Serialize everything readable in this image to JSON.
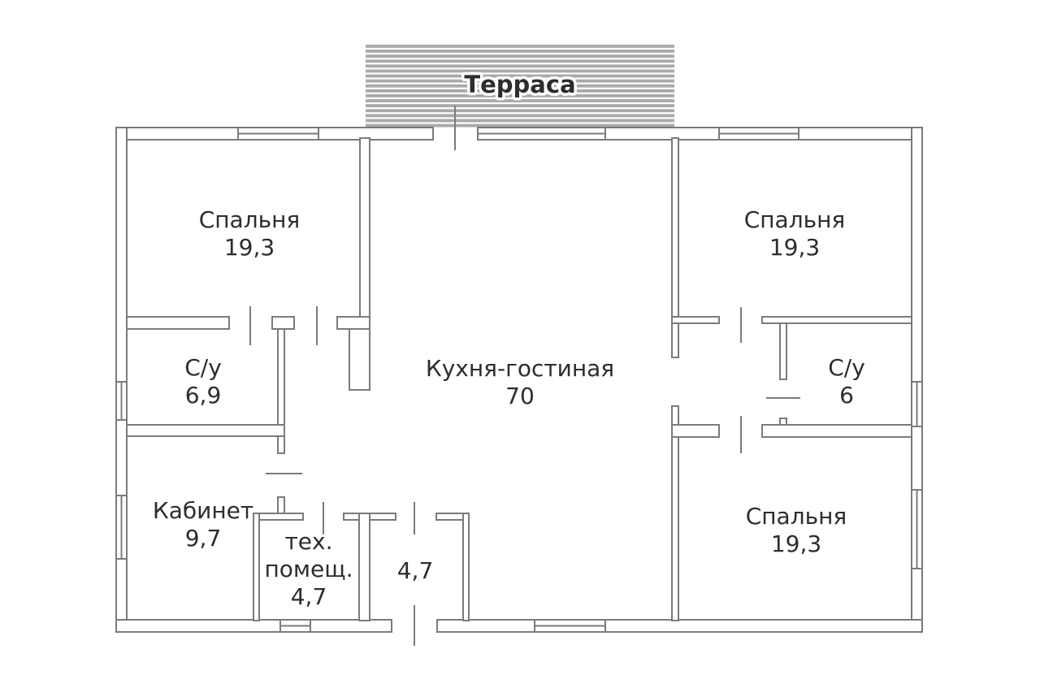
{
  "plan": {
    "terrace": {
      "label": "Терраса"
    },
    "rooms": {
      "bedroom_tl": {
        "name": "Спальня",
        "area": "19,3"
      },
      "bedroom_tr": {
        "name": "Спальня",
        "area": "19,3"
      },
      "bedroom_br": {
        "name": "Спальня",
        "area": "19,3"
      },
      "bathroom_left": {
        "name": "С/у",
        "area": "6,9"
      },
      "bathroom_right": {
        "name": "С/у",
        "area": "6"
      },
      "kitchen_living": {
        "name": "Кухня-гостиная",
        "area": "70"
      },
      "office": {
        "name": "Кабинет",
        "area": "9,7"
      },
      "tech_room": {
        "name_line1": "тех.",
        "name_line2": "помещ.",
        "area": "4,7"
      },
      "entry_room": {
        "area": "4,7"
      }
    },
    "colors": {
      "wall_line": "#7b7b7b",
      "terrace_stripe": "#a9a9a9",
      "text": "#2d2d2d",
      "background": "#ffffff"
    }
  }
}
